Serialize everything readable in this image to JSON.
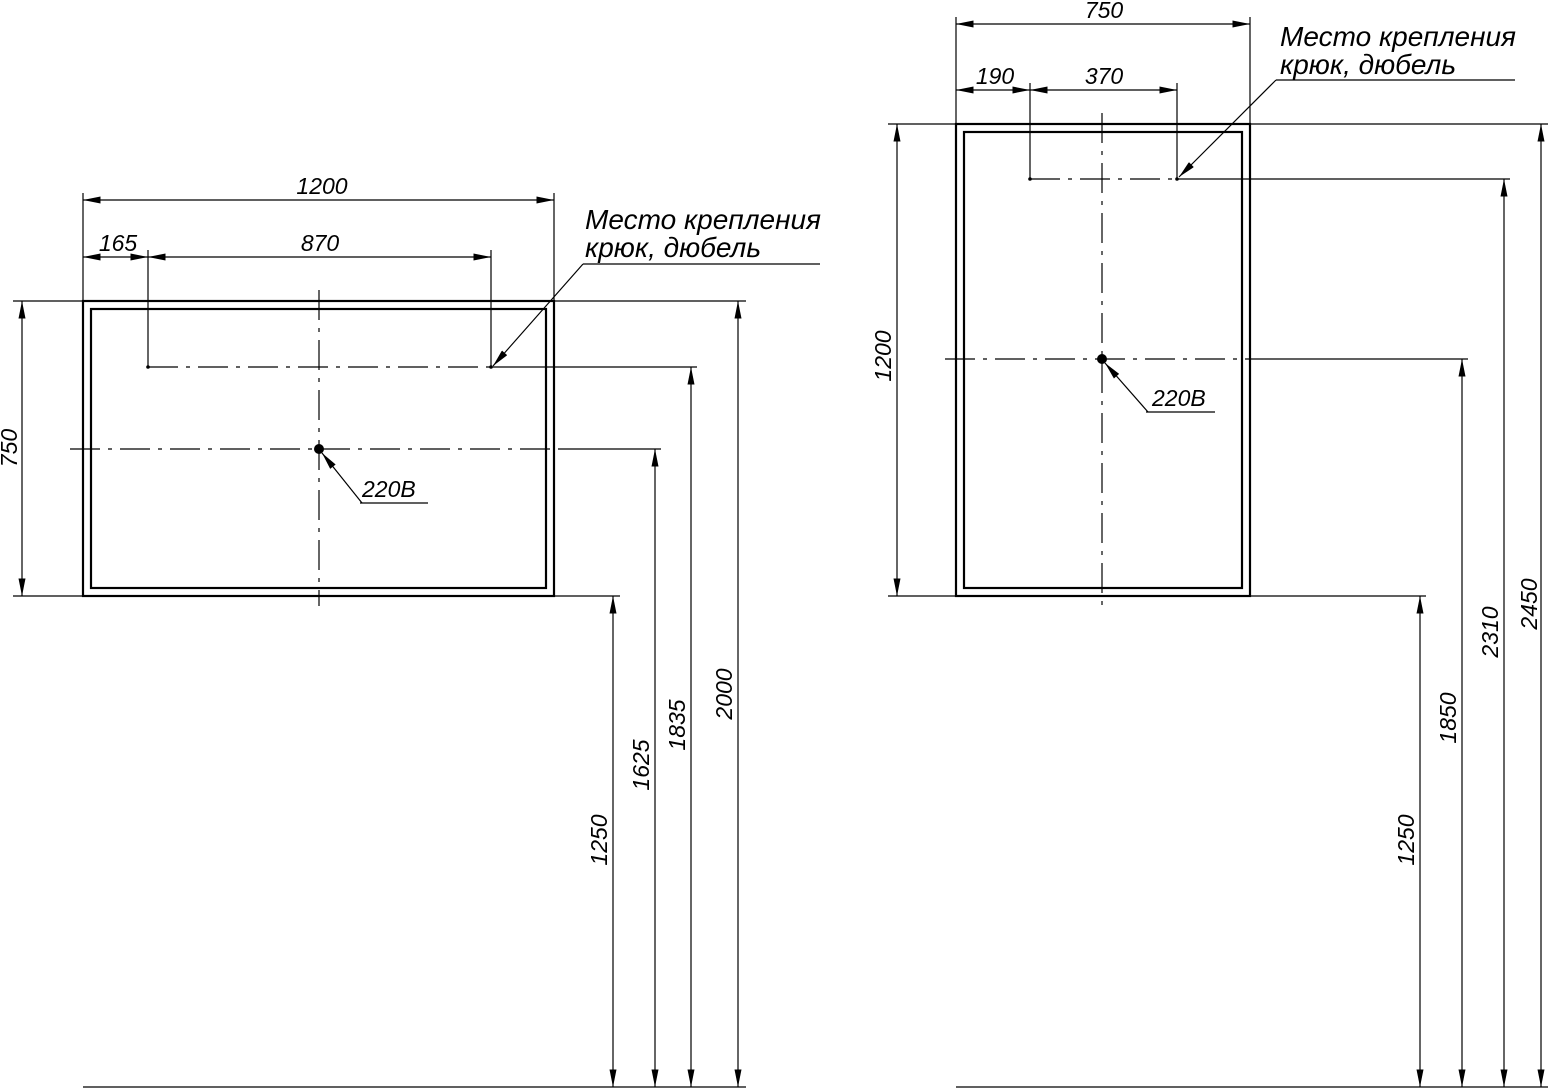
{
  "drawings": [
    {
      "name": "horizontal",
      "width_label": "1200",
      "offset_label": "165",
      "mount_spacing_label": "870",
      "height_label": "750",
      "socket_label": "220В",
      "mount_note_line1": "Место крепления",
      "mount_note_line2": "крюк, дюбель",
      "floor_to_bottom": "1250",
      "floor_to_socket": "1625",
      "floor_to_mount": "1835",
      "floor_to_top": "2000"
    },
    {
      "name": "vertical",
      "width_label": "750",
      "offset_label": "190",
      "mount_spacing_label": "370",
      "height_label": "1200",
      "socket_label": "220В",
      "mount_note_line1": "Место крепления",
      "mount_note_line2": "крюк, дюбель",
      "floor_to_bottom": "1250",
      "floor_to_socket": "1850",
      "floor_to_mount": "2310",
      "floor_to_top": "2450"
    }
  ]
}
